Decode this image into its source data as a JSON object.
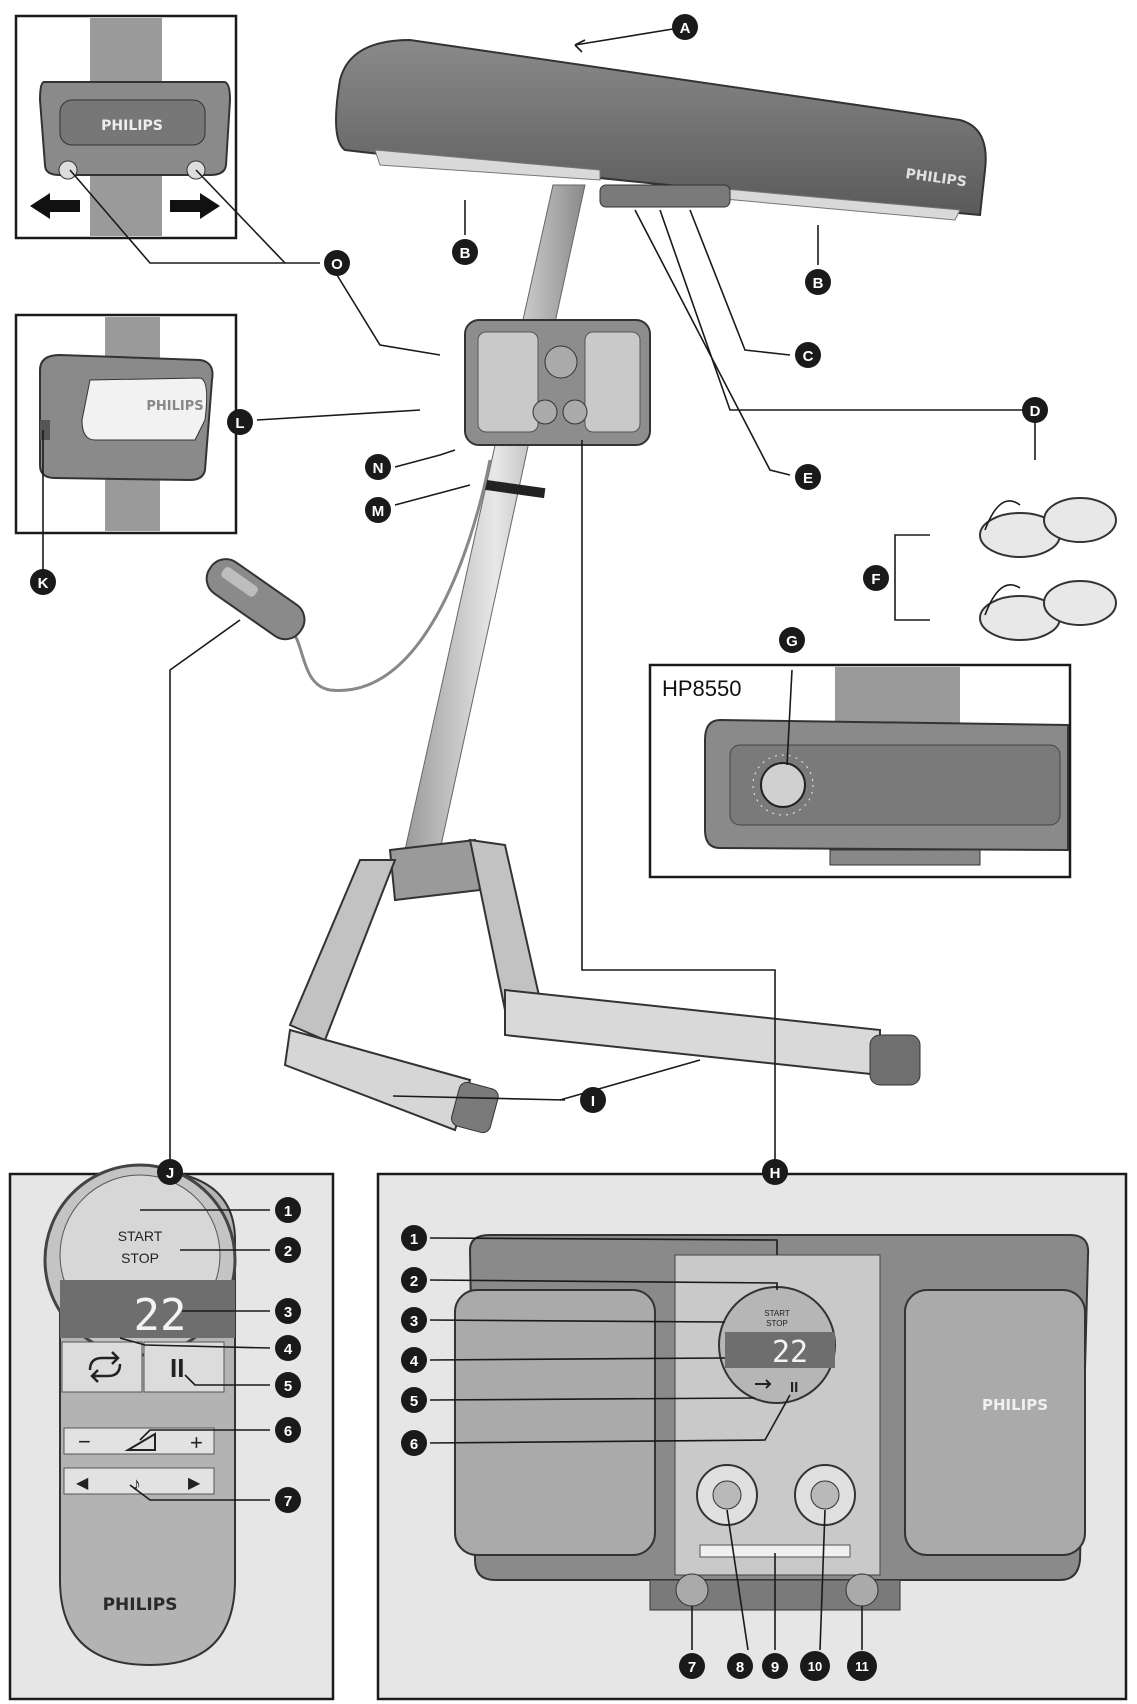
{
  "brand_text": "PHILIPS",
  "model_label": "HP8550",
  "remote_display": "22",
  "panel_display": "22",
  "start_stop_line1": "START",
  "start_stop_line2": "STOP",
  "markers": {
    "A": "A",
    "B": "B",
    "C": "C",
    "D": "D",
    "E": "E",
    "F": "F",
    "G": "G",
    "H": "H",
    "I": "I",
    "J": "J",
    "K": "K",
    "L": "L",
    "M": "M",
    "N": "N",
    "O": "O"
  },
  "remote_numbers": [
    "1",
    "2",
    "3",
    "4",
    "5",
    "6",
    "7"
  ],
  "panel_numbers": [
    "1",
    "2",
    "3",
    "4",
    "5",
    "6",
    "7",
    "8",
    "9",
    "10",
    "11"
  ],
  "remote_keys": {
    "minus": "−",
    "plus": "+",
    "prev": "◀",
    "next": "▶",
    "pause": "II"
  },
  "colors": {
    "device": "#6f6f6f",
    "device_light": "#cfcfcf",
    "frame": "#e6e6e6",
    "marker": "#1a1a1a"
  }
}
